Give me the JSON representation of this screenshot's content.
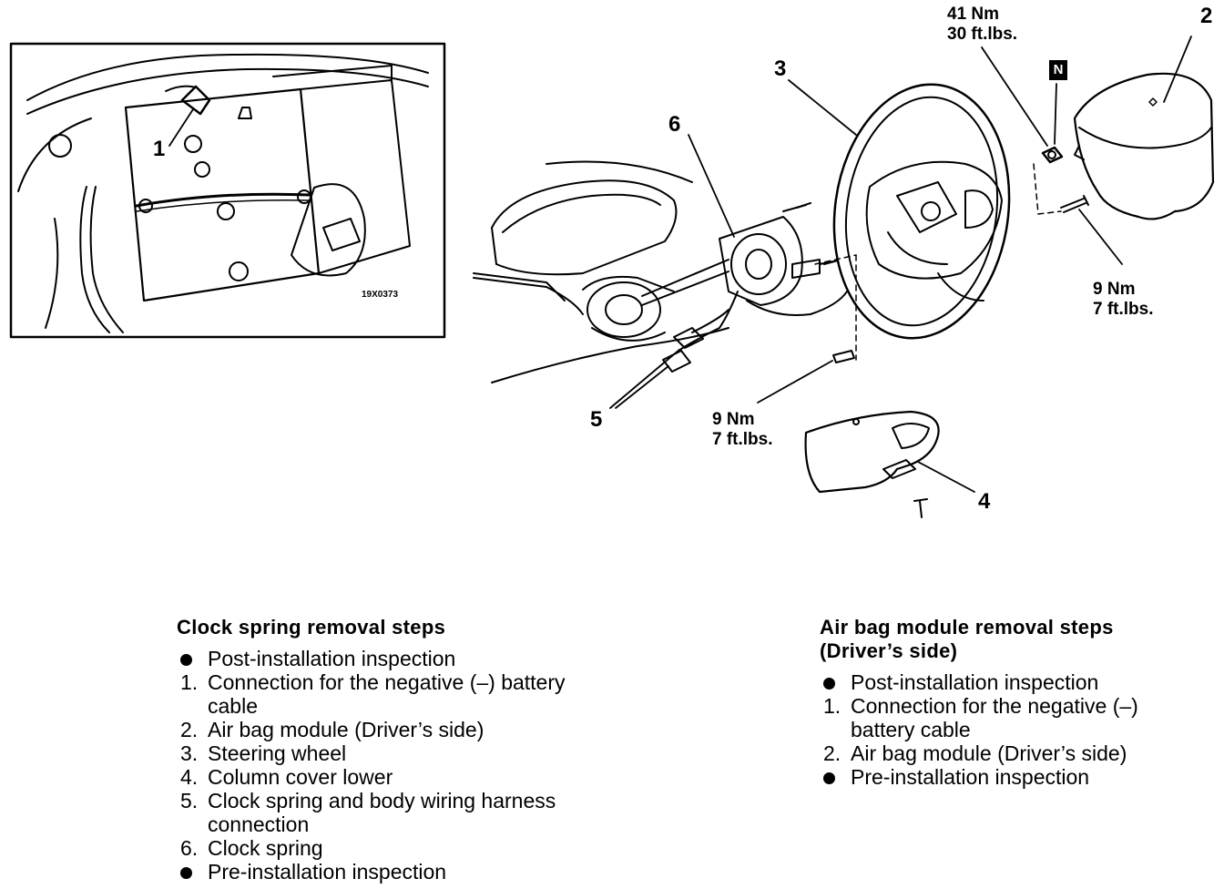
{
  "figure": {
    "inset_code": "19X0373",
    "callouts": [
      "1",
      "2",
      "3",
      "4",
      "5",
      "6"
    ],
    "torque_top": [
      "41 Nm",
      "30 ft.lbs."
    ],
    "torque_right": [
      "9 Nm",
      "7 ft.lbs."
    ],
    "torque_bottom": [
      "9 Nm",
      "7 ft.lbs."
    ],
    "nut_symbol": "N"
  },
  "clock_spring": {
    "title": "Clock spring removal steps",
    "items": [
      {
        "marker": "●",
        "text": "Post-installation inspection"
      },
      {
        "marker": "1.",
        "text": "Connection for the negative (–) battery cable"
      },
      {
        "marker": "2.",
        "text": "Air bag module (Driver’s side)"
      },
      {
        "marker": "3.",
        "text": "Steering wheel"
      },
      {
        "marker": "4.",
        "text": "Column cover lower"
      },
      {
        "marker": "5.",
        "text": "Clock spring and body wiring harness connection"
      },
      {
        "marker": "6.",
        "text": "Clock spring"
      },
      {
        "marker": "●",
        "text": "Pre-installation inspection"
      }
    ]
  },
  "airbag": {
    "title_line1": "Air bag module removal steps",
    "title_line2": "(Driver’s side)",
    "items": [
      {
        "marker": "●",
        "text": "Post-installation inspection"
      },
      {
        "marker": "1.",
        "text": "Connection for the negative (–) battery cable"
      },
      {
        "marker": "2.",
        "text": "Air bag module (Driver’s side)"
      },
      {
        "marker": "●",
        "text": "Pre-installation inspection"
      }
    ]
  }
}
